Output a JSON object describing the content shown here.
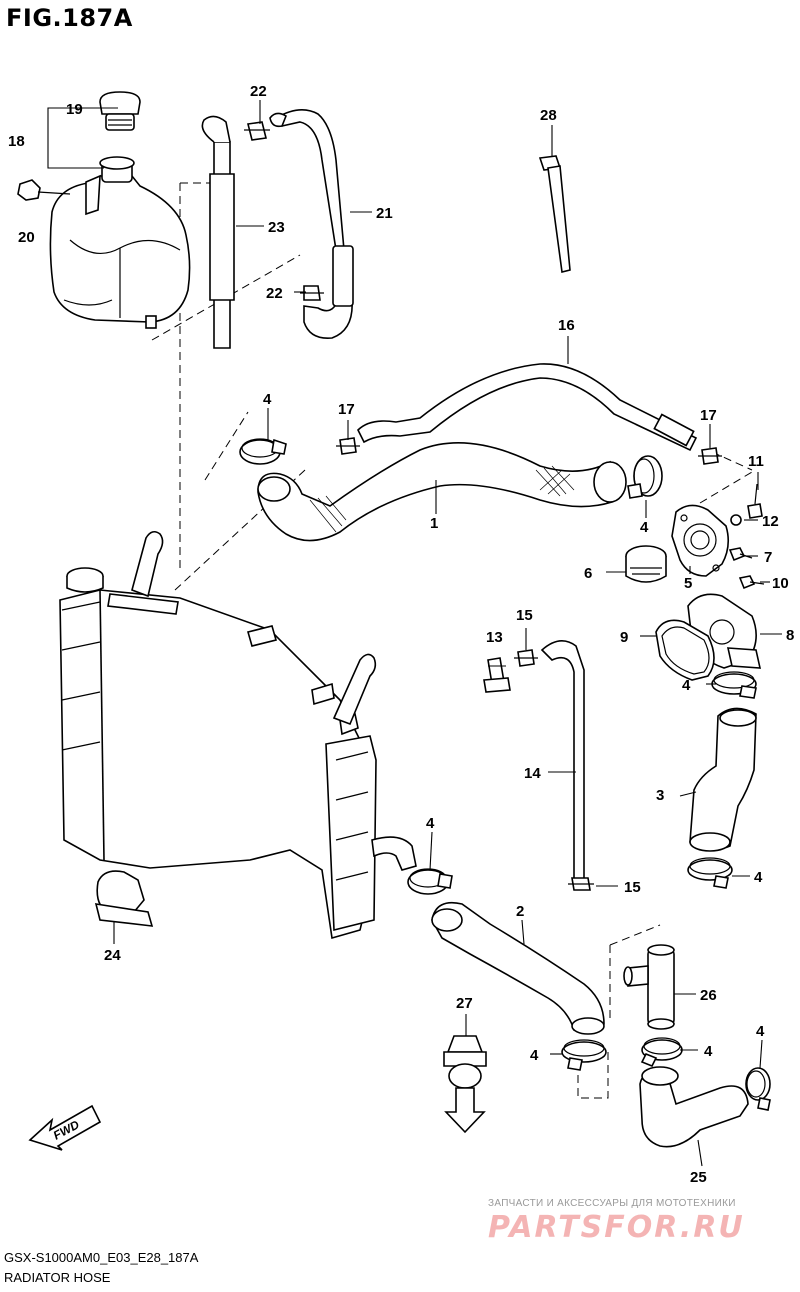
{
  "figure": {
    "title": "FIG.187A",
    "ref_code": "GSX-S1000AM0_E03_E28_187A",
    "section_title": "RADIATOR HOSE"
  },
  "callouts": [
    {
      "id": "c1",
      "text": "1"
    },
    {
      "id": "c2",
      "text": "2"
    },
    {
      "id": "c3",
      "text": "3"
    },
    {
      "id": "c4a",
      "text": "4"
    },
    {
      "id": "c4b",
      "text": "4"
    },
    {
      "id": "c4c",
      "text": "4"
    },
    {
      "id": "c4d",
      "text": "4"
    },
    {
      "id": "c4e",
      "text": "4"
    },
    {
      "id": "c4f",
      "text": "4"
    },
    {
      "id": "c4g",
      "text": "4"
    },
    {
      "id": "c4h",
      "text": "4"
    },
    {
      "id": "c4i",
      "text": "4"
    },
    {
      "id": "c5",
      "text": "5"
    },
    {
      "id": "c6",
      "text": "6"
    },
    {
      "id": "c7",
      "text": "7"
    },
    {
      "id": "c8",
      "text": "8"
    },
    {
      "id": "c9",
      "text": "9"
    },
    {
      "id": "c10",
      "text": "10"
    },
    {
      "id": "c11",
      "text": "11"
    },
    {
      "id": "c12",
      "text": "12"
    },
    {
      "id": "c13",
      "text": "13"
    },
    {
      "id": "c14",
      "text": "14"
    },
    {
      "id": "c15a",
      "text": "15"
    },
    {
      "id": "c15b",
      "text": "15"
    },
    {
      "id": "c16",
      "text": "16"
    },
    {
      "id": "c17a",
      "text": "17"
    },
    {
      "id": "c17b",
      "text": "17"
    },
    {
      "id": "c18",
      "text": "18"
    },
    {
      "id": "c19",
      "text": "19"
    },
    {
      "id": "c20",
      "text": "20"
    },
    {
      "id": "c21",
      "text": "21"
    },
    {
      "id": "c22a",
      "text": "22"
    },
    {
      "id": "c22b",
      "text": "22"
    },
    {
      "id": "c23",
      "text": "23"
    },
    {
      "id": "c24",
      "text": "24"
    },
    {
      "id": "c25",
      "text": "25"
    },
    {
      "id": "c26",
      "text": "26"
    },
    {
      "id": "c27",
      "text": "27"
    },
    {
      "id": "c28",
      "text": "28"
    }
  ],
  "fwd_arrow": {
    "label": "FWD"
  },
  "watermark": {
    "tagline": "ЗАПЧАСТИ И АКСЕССУАРЫ ДЛЯ МОТОТЕХНИКИ",
    "logo": "PARTSFOR.RU"
  }
}
